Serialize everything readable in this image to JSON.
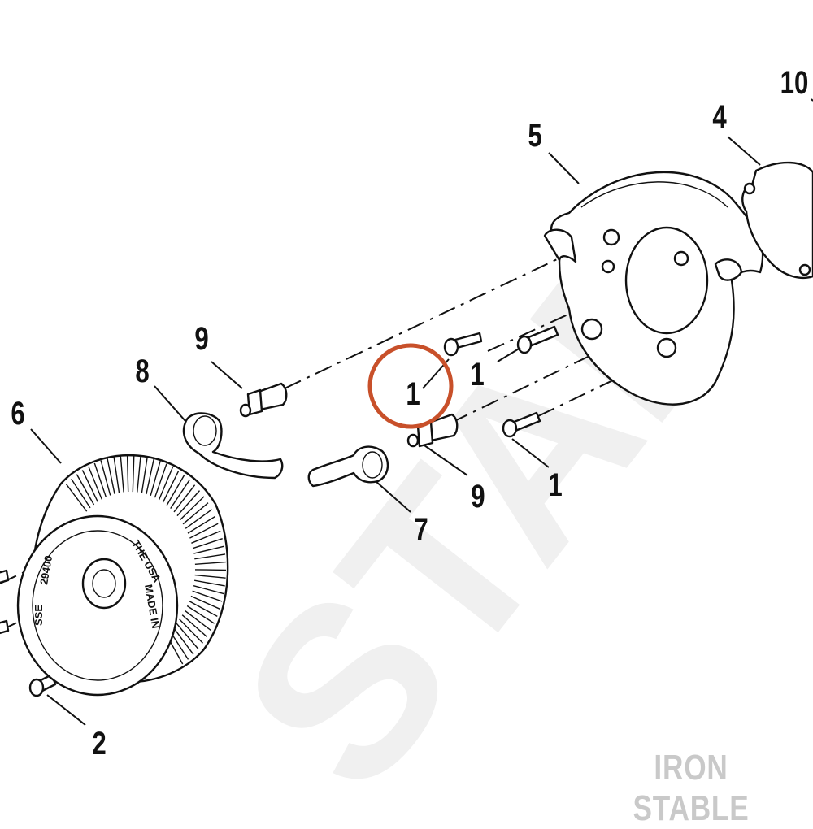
{
  "watermark": {
    "text": "STAB"
  },
  "brand": {
    "text": "IRON STABLE"
  },
  "highlight_color": "#c8502a",
  "callouts": [
    {
      "id": "c10",
      "label": "10"
    },
    {
      "id": "c4",
      "label": "4"
    },
    {
      "id": "c5",
      "label": "5"
    },
    {
      "id": "c9a",
      "label": "9"
    },
    {
      "id": "c8",
      "label": "8"
    },
    {
      "id": "c1-circled",
      "label": "1"
    },
    {
      "id": "c1b",
      "label": "1"
    },
    {
      "id": "c6",
      "label": "6"
    },
    {
      "id": "c9b",
      "label": "9"
    },
    {
      "id": "c1c",
      "label": "1"
    },
    {
      "id": "c7",
      "label": "7"
    },
    {
      "id": "c2",
      "label": "2"
    }
  ],
  "filter_markings": {
    "made_in": "MADE IN",
    "the_usa": "THE USA",
    "part_no": "29400",
    "code": "SSE"
  }
}
